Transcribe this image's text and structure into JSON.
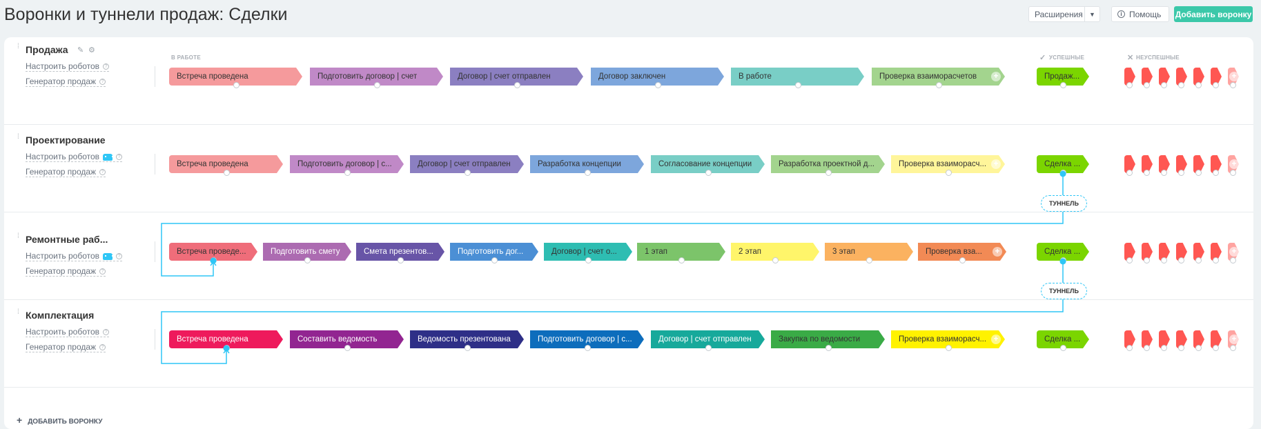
{
  "title": "Воронки и туннели продаж: Сделки",
  "toolbar": {
    "extensions_label": "Расширения",
    "help_label": "Помощь",
    "add_funnel_label": "Добавить воронку"
  },
  "headers": {
    "in_work": "В РАБОТЕ",
    "success": "УСПЕШНЫЕ",
    "fail": "НЕУСПЕШНЫЕ"
  },
  "links": {
    "robots": "Настроить роботов",
    "generator": "Генератор продаж"
  },
  "tunnel_label": "ТУННЕЛЬ",
  "add_funnel_bottom": "ДОБАВИТЬ ВОРОНКУ",
  "colors": {
    "accent": "#3bc8a9",
    "tunnel": "#2fc6f6",
    "fail": "#ff5752",
    "success": "#7bd500"
  },
  "funnels": [
    {
      "name": "Продажа",
      "robot_icon": false,
      "success_label": "Продаж...",
      "stages": [
        {
          "label": "Встреча проведена",
          "color": "#f59a9c",
          "text_color": "#333"
        },
        {
          "label": "Подготовить договор | счет",
          "color": "#c089c7",
          "text_color": "#333"
        },
        {
          "label": "Договор | счет отправлен",
          "color": "#8b7fc1",
          "text_color": "#333"
        },
        {
          "label": "Договор заключен",
          "color": "#7da6dc",
          "text_color": "#333"
        },
        {
          "label": "В работе",
          "color": "#79cec6",
          "text_color": "#333"
        },
        {
          "label": "Проверка взаиморасчетов",
          "color": "#a3d48e",
          "text_color": "#333"
        }
      ]
    },
    {
      "name": "Проектирование",
      "robot_icon": true,
      "success_label": "Сделка ...",
      "stages": [
        {
          "label": "Встреча проведена",
          "color": "#f59a9c",
          "text_color": "#333"
        },
        {
          "label": "Подготовить договор | с...",
          "color": "#c089c7",
          "text_color": "#333"
        },
        {
          "label": "Договор | счет отправлен",
          "color": "#8b7fc1",
          "text_color": "#333"
        },
        {
          "label": "Разработка концепции",
          "color": "#7da6dc",
          "text_color": "#333"
        },
        {
          "label": "Согласование концепции",
          "color": "#79cec6",
          "text_color": "#333"
        },
        {
          "label": "Разработка проектной д...",
          "color": "#a3d48e",
          "text_color": "#333"
        },
        {
          "label": "Проверка взаиморасч...",
          "color": "#fff59a",
          "text_color": "#333"
        }
      ]
    },
    {
      "name": "Ремонтные раб...",
      "robot_icon": true,
      "success_label": "Сделка ...",
      "stages": [
        {
          "label": "Встреча проведе...",
          "color": "#ef6d7a",
          "text_color": "#333"
        },
        {
          "label": "Подготовить смету",
          "color": "#ac6bb1",
          "text_color": "#fff"
        },
        {
          "label": "Смета презентов...",
          "color": "#6855a7",
          "text_color": "#fff"
        },
        {
          "label": "Подготовить дог...",
          "color": "#4b8fd5",
          "text_color": "#fff"
        },
        {
          "label": "Договор | счет о...",
          "color": "#2ebdb2",
          "text_color": "#333"
        },
        {
          "label": "1 этап",
          "color": "#7cc46a",
          "text_color": "#333"
        },
        {
          "label": "2 этап",
          "color": "#fff56a",
          "text_color": "#333"
        },
        {
          "label": "3 этап",
          "color": "#fbb260",
          "text_color": "#333"
        },
        {
          "label": "Проверка вза...",
          "color": "#f28a55",
          "text_color": "#333"
        }
      ]
    },
    {
      "name": "Комплектация",
      "robot_icon": false,
      "success_label": "Сделка ...",
      "stages": [
        {
          "label": "Встреча проведена",
          "color": "#ee1a5c",
          "text_color": "#fff"
        },
        {
          "label": "Составить ведомость",
          "color": "#922591",
          "text_color": "#fff"
        },
        {
          "label": "Ведомость презентована",
          "color": "#2e2f87",
          "text_color": "#fff"
        },
        {
          "label": "Подготовить договор | с...",
          "color": "#0d6dbc",
          "text_color": "#fff"
        },
        {
          "label": "Договор | счет отправлен",
          "color": "#17a99b",
          "text_color": "#fff"
        },
        {
          "label": "Закупка по ведомости",
          "color": "#3aab46",
          "text_color": "#333"
        },
        {
          "label": "Проверка взаиморасч...",
          "color": "#fff200",
          "text_color": "#333"
        }
      ]
    }
  ]
}
